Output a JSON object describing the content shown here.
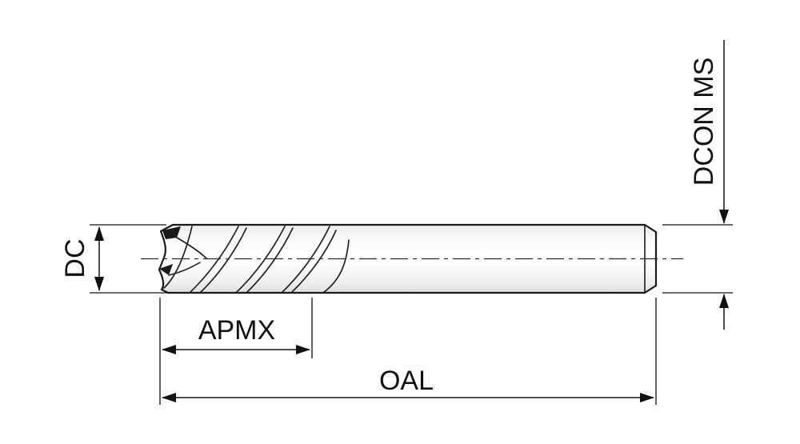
{
  "diagram": {
    "type": "technical-drawing",
    "subject": "end-mill-cutter-dimension-diagram",
    "labels": {
      "dc": "DC",
      "apmx": "APMX",
      "oal": "OAL",
      "dcon_ms": "DCON MS"
    },
    "colors": {
      "line": "#1a1a1a",
      "background": "#ffffff"
    }
  }
}
